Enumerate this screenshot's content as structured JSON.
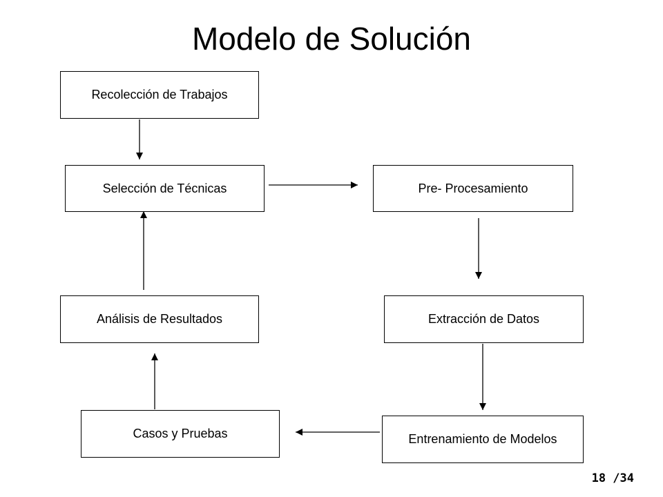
{
  "slide": {
    "title": "Modelo de Solución",
    "page_number": "18 /34"
  },
  "diagram": {
    "nodes": {
      "recoleccion": "Recolección de Trabajos",
      "seleccion": "Selección de Técnicas",
      "preprocesamiento": "Pre- Procesamiento",
      "analisis": "Análisis de Resultados",
      "extraccion": "Extracción de Datos",
      "casos": "Casos y Pruebas",
      "entrenamiento": "Entrenamiento de Modelos"
    },
    "edges": [
      [
        "recoleccion",
        "seleccion"
      ],
      [
        "seleccion",
        "preprocesamiento"
      ],
      [
        "preprocesamiento",
        "extraccion"
      ],
      [
        "extraccion",
        "entrenamiento"
      ],
      [
        "entrenamiento",
        "casos"
      ],
      [
        "casos",
        "analisis"
      ],
      [
        "analisis",
        "seleccion"
      ]
    ]
  }
}
